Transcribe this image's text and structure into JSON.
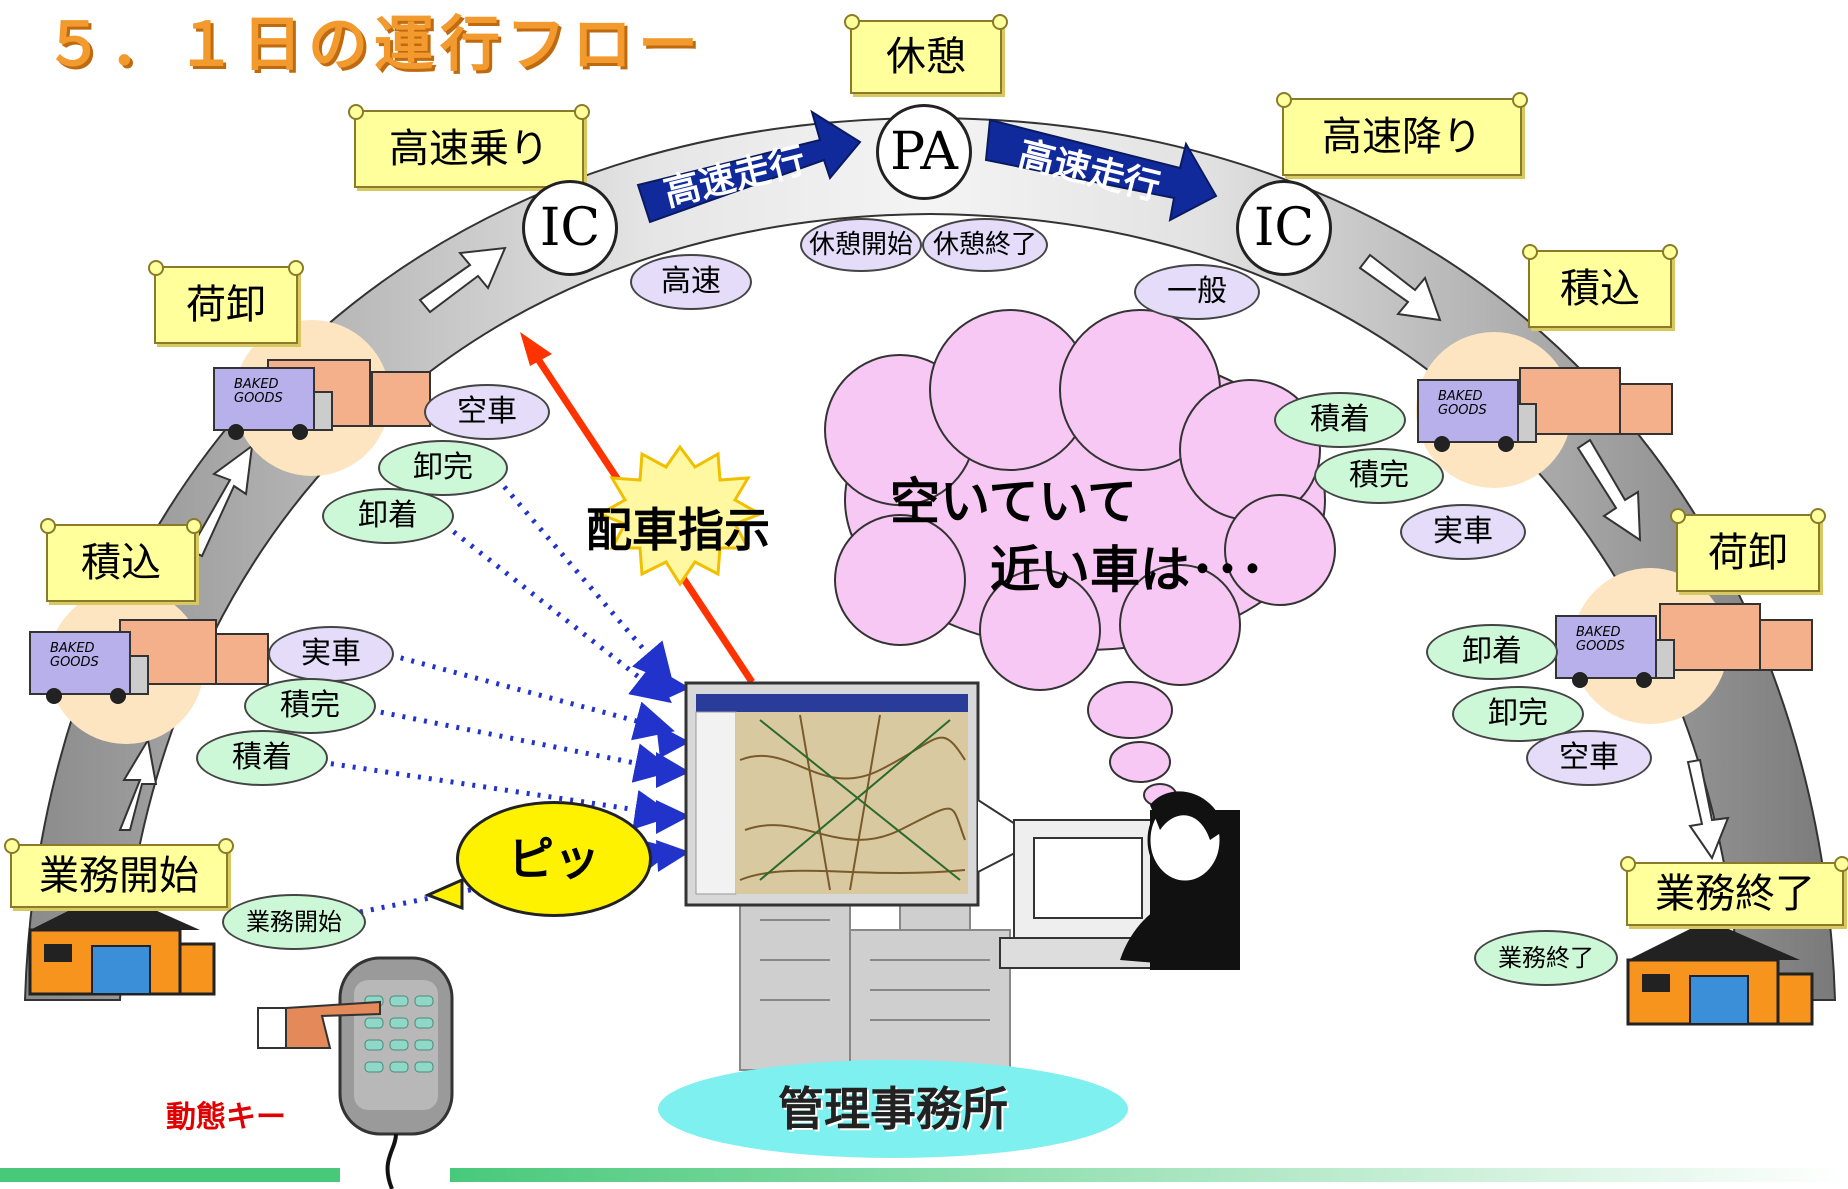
{
  "title": "５．１日の運行フロー",
  "scrolls": {
    "rest": "休憩",
    "highway_on": "高速乗り",
    "highway_off": "高速降り",
    "unload_left": "荷卸",
    "load_left": "積込",
    "load_right": "積込",
    "unload_right": "荷卸",
    "work_start": "業務開始",
    "work_end": "業務終了"
  },
  "balls": {
    "ic_left": "IC",
    "pa": "PA",
    "ic_right": "IC"
  },
  "highway_arrows": {
    "left": "高速走行",
    "right": "高速走行"
  },
  "status_ovals": {
    "pa_rest_start": "休憩開始",
    "pa_rest_end": "休憩終了",
    "highway": "高速",
    "general": "一般",
    "empty_left": "空車",
    "unload_done_left": "卸完",
    "unload_arrive_left": "卸着",
    "loaded_left": "実車",
    "load_done_left": "積完",
    "load_arrive_left": "積着",
    "work_start": "業務開始",
    "load_arrive_right": "積着",
    "load_done_right": "積完",
    "loaded_right": "実車",
    "unload_arrive_right": "卸着",
    "unload_done_right": "卸完",
    "empty_right": "空車",
    "work_end": "業務終了"
  },
  "dispatch_label": "配車指示",
  "cloud": {
    "line1": "空いていて",
    "line2": "近い車は･･･"
  },
  "beep": "ピッ",
  "status_key_label": "動態キー",
  "office_label": "管理事務所",
  "truck_logo": {
    "line1": "BAKED",
    "line2": "GOODS"
  },
  "colors": {
    "title": "#f29a2e",
    "scroll_fill": "#ffff9c",
    "green_oval": "#cdf8d8",
    "purple_oval": "#e4dcf8",
    "dispatch_arrow": "#ff3300",
    "dotted_lines": "#2233cc",
    "highway_arrow": "#102a9c",
    "cloud": "#f8c8f4",
    "office": "#7ef0ef",
    "bubble": "#fff200",
    "status_key": "#e00000"
  }
}
